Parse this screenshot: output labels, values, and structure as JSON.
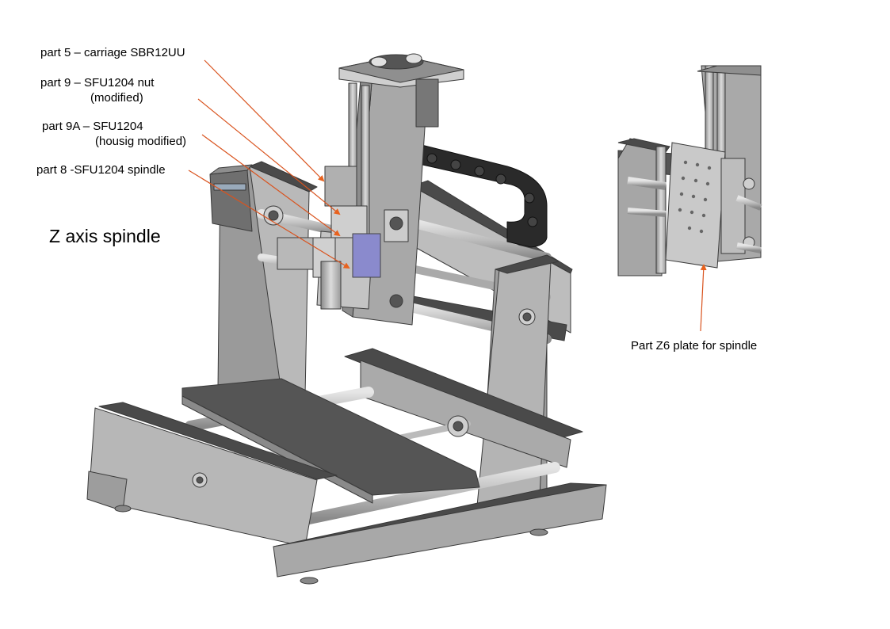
{
  "title": "Z axis spindle",
  "callouts": [
    {
      "line1": "part 5 – carriage SBR12UU",
      "line2": ""
    },
    {
      "line1": "part 9 – SFU1204 nut",
      "line2": "(modified)"
    },
    {
      "line1": "part 9A – SFU1204",
      "line2": "(housig modified)"
    },
    {
      "line1": "part 8 -SFU1204 spindle",
      "line2": ""
    }
  ],
  "inset_label": "Part Z6 plate for spindle",
  "colors": {
    "leader_line": "#d9531e",
    "arrow": "#e8621e",
    "metal_light": "#c8c8c8",
    "metal_mid": "#a9a9a9",
    "metal_dark": "#555555",
    "plate_top": "#4a4a4a",
    "edge": "#3a3a3a"
  }
}
